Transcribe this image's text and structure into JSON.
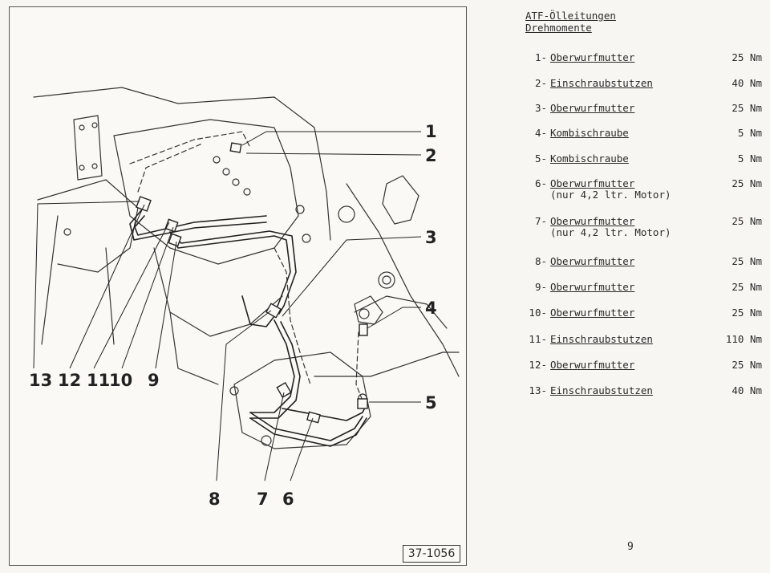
{
  "title": {
    "line1": "ATF-Ölleitungen",
    "line2": "Drehmomente"
  },
  "legend": [
    {
      "num": "1-",
      "name": "Oberwurfmutter",
      "note": "",
      "torque": "25 Nm"
    },
    {
      "num": "2-",
      "name": "Einschraubstutzen",
      "note": "",
      "torque": "40 Nm"
    },
    {
      "num": "3-",
      "name": "Oberwurfmutter",
      "note": "",
      "torque": "25 Nm"
    },
    {
      "num": "4-",
      "name": "Kombischraube",
      "note": "",
      "torque": "5 Nm"
    },
    {
      "num": "5-",
      "name": "Kombischraube",
      "note": "",
      "torque": "5 Nm"
    },
    {
      "num": "6-",
      "name": "Oberwurfmutter",
      "note": "(nur 4,2 ltr. Motor)",
      "torque": "25 Nm"
    },
    {
      "num": "7-",
      "name": "Oberwurfmutter",
      "note": "(nur 4,2 ltr. Motor)",
      "torque": "25 Nm"
    },
    {
      "num": "8-",
      "name": "Oberwurfmutter",
      "note": "",
      "torque": "25 Nm"
    },
    {
      "num": "9-",
      "name": "Oberwurfmutter",
      "note": "",
      "torque": "25 Nm"
    },
    {
      "num": "10-",
      "name": "Oberwurfmutter",
      "note": "",
      "torque": "25 Nm"
    },
    {
      "num": "11-",
      "name": "Einschraubstutzen",
      "note": "",
      "torque": "110 Nm"
    },
    {
      "num": "12-",
      "name": "Oberwurfmutter",
      "note": "",
      "torque": "25 Nm"
    },
    {
      "num": "13-",
      "name": "Einschraubstutzen",
      "note": "",
      "torque": "40 Nm"
    }
  ],
  "figure": {
    "callouts": {
      "c1": "1",
      "c2": "2",
      "c3": "3",
      "c4": "4",
      "c5": "5",
      "c6": "6",
      "c7": "7",
      "c8": "8",
      "c9": "9",
      "c10": "10",
      "c11": "11",
      "c12": "12",
      "c13": "13"
    },
    "id": "37-1056"
  },
  "page_number": "9"
}
